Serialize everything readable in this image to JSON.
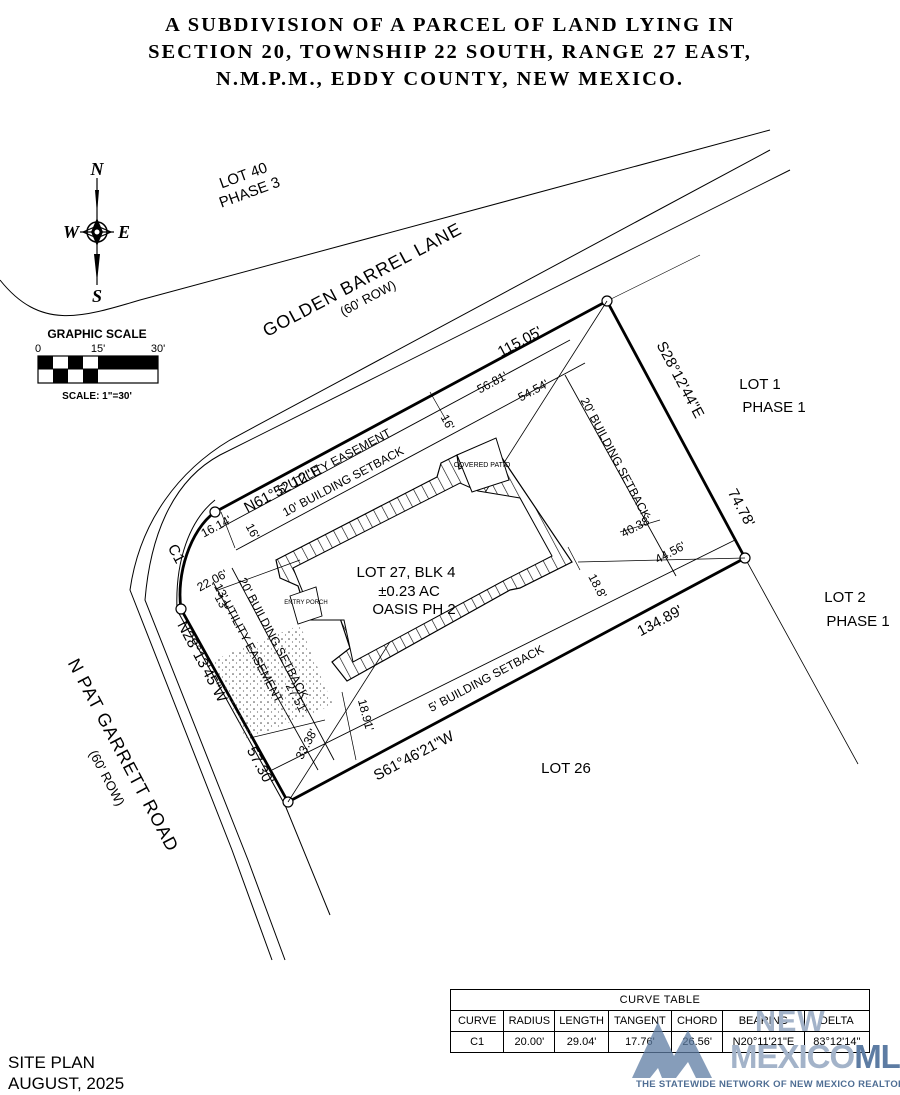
{
  "title": {
    "line1": "A SUBDIVISION OF A PARCEL OF LAND LYING IN",
    "line2": "SECTION 20, TOWNSHIP 22 SOUTH, RANGE 27 EAST,",
    "line3": "N.M.P.M., EDDY COUNTY, NEW MEXICO."
  },
  "compass": {
    "n": "N",
    "s": "S",
    "e": "E",
    "w": "W"
  },
  "graphic_scale": {
    "title": "GRAPHIC SCALE",
    "ticks": [
      "0",
      "15'",
      "30'"
    ],
    "scale_text": "SCALE: 1\"=30'"
  },
  "neighbors": {
    "lot40_line1": "LOT 40",
    "lot40_line2": "PHASE 3",
    "lot1_line1": "LOT 1",
    "lot1_line2": "PHASE 1",
    "lot2_line1": "LOT 2",
    "lot2_line2": "PHASE 1",
    "lot26": "LOT 26"
  },
  "roads": {
    "golden_barrel": "GOLDEN BARREL LANE",
    "golden_barrel_row": "(60' ROW)",
    "pat_garrett": "N  PAT GARRETT ROAD",
    "pat_garrett_row": "(60' ROW)"
  },
  "lot": {
    "line1": "LOT 27, BLK 4",
    "line2": "±0.23 AC",
    "line3": "OASIS PH 2"
  },
  "bearings": {
    "north": "N61°52'12\"E",
    "east": "S28°12'44\"E",
    "south": "S61°46'21\"W",
    "west": "N28°13'45\"W",
    "curve": "C1"
  },
  "distances": {
    "north": "115.05'",
    "east": "74.78'",
    "south": "134.89'",
    "west": "57.30'",
    "d5681": "56.81'",
    "d5454": "54.54'",
    "d16a": "16'",
    "d16b": "16'",
    "d1614": "16.14'",
    "d2206": "22.06'",
    "d13": "13'",
    "d4038": "40.38'",
    "d4456": "44.56'",
    "d188": "18.8'",
    "d1891": "18.91'",
    "d3338": "33.38'",
    "d2751": "27.51'"
  },
  "easements": {
    "utility_north": "5' UTILITY EASEMENT",
    "setback_north": "10' BUILDING SETBACK",
    "setback_east": "20' BUILDING SETBACK",
    "setback_south": "5' BUILDING SETBACK",
    "setback_west": "20' BUILDING SETBACK",
    "utility_west": "13' UTILITY EASEMENT"
  },
  "building": {
    "covered_patio": "COVERED PATIO",
    "entry_porch": "ENTRY PORCH"
  },
  "curve_table": {
    "title": "CURVE TABLE",
    "headers": [
      "CURVE",
      "RADIUS",
      "LENGTH",
      "TANGENT",
      "CHORD",
      "BEARING",
      "DELTA"
    ],
    "row": [
      "C1",
      "20.00'",
      "29.04'",
      "17.76'",
      "26.56'",
      "N20°11'21\"E",
      "83°12'14\""
    ]
  },
  "site_plan": {
    "line1": "SITE PLAN",
    "line2": "AUGUST, 2025"
  },
  "watermark": {
    "new": "NEW",
    "mexico": "MEXICO",
    "mls": "MLS",
    "tagline": "THE STATEWIDE NETWORK OF NEW MEXICO REALTORS®"
  }
}
